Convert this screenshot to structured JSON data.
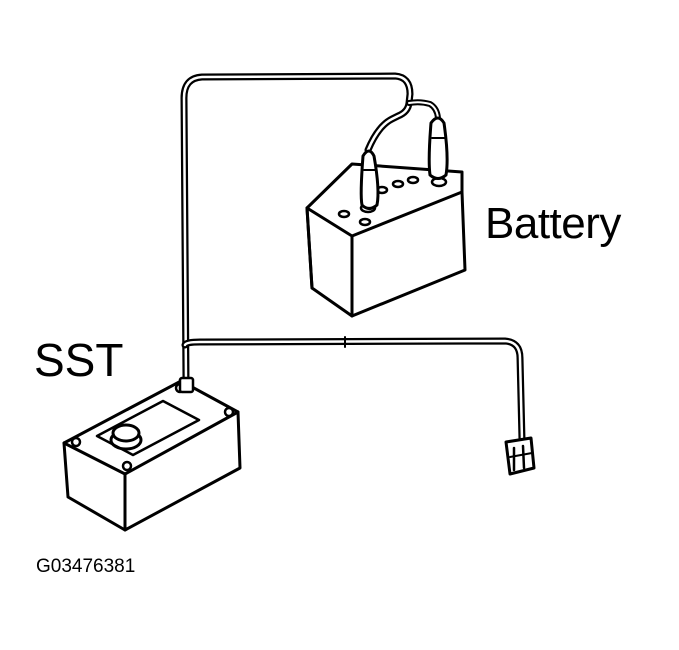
{
  "labels": {
    "battery": "Battery",
    "sst": "SST",
    "figure_id": "G03476381"
  },
  "colors": {
    "line": "#000000",
    "background": "#ffffff"
  }
}
